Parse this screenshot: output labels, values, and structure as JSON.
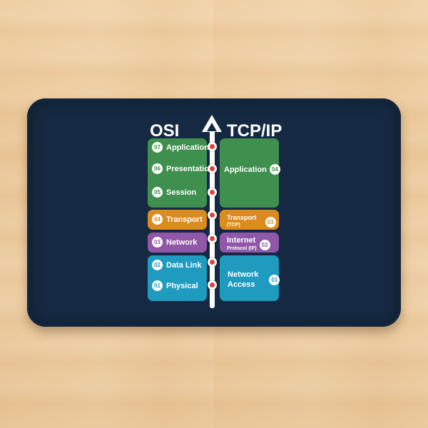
{
  "osi": {
    "title": "OSI",
    "layers": [
      {
        "num": "07",
        "name": "Application"
      },
      {
        "num": "06",
        "name": "Presentation"
      },
      {
        "num": "05",
        "name": "Session"
      },
      {
        "num": "04",
        "name": "Transport"
      },
      {
        "num": "03",
        "name": "Network"
      },
      {
        "num": "02",
        "name": "Data Link"
      },
      {
        "num": "01",
        "name": "Physical"
      }
    ]
  },
  "tcpip": {
    "title": "TCP/IP",
    "layers": [
      {
        "num": "04",
        "name": "Application",
        "sub": ""
      },
      {
        "num": "03",
        "name": "Transport",
        "sub": "(TCP)"
      },
      {
        "num": "02",
        "name": "Internet",
        "sub": "Protocol (IP)"
      },
      {
        "num": "01",
        "name": "Network",
        "name2": "Access"
      }
    ]
  },
  "colors": {
    "mat": "#152a42",
    "application": "#3f8f4e",
    "transport": "#dc8b1f",
    "internet": "#9157a8",
    "network_access": "#1f9bbf",
    "marker": "#e0413b"
  }
}
